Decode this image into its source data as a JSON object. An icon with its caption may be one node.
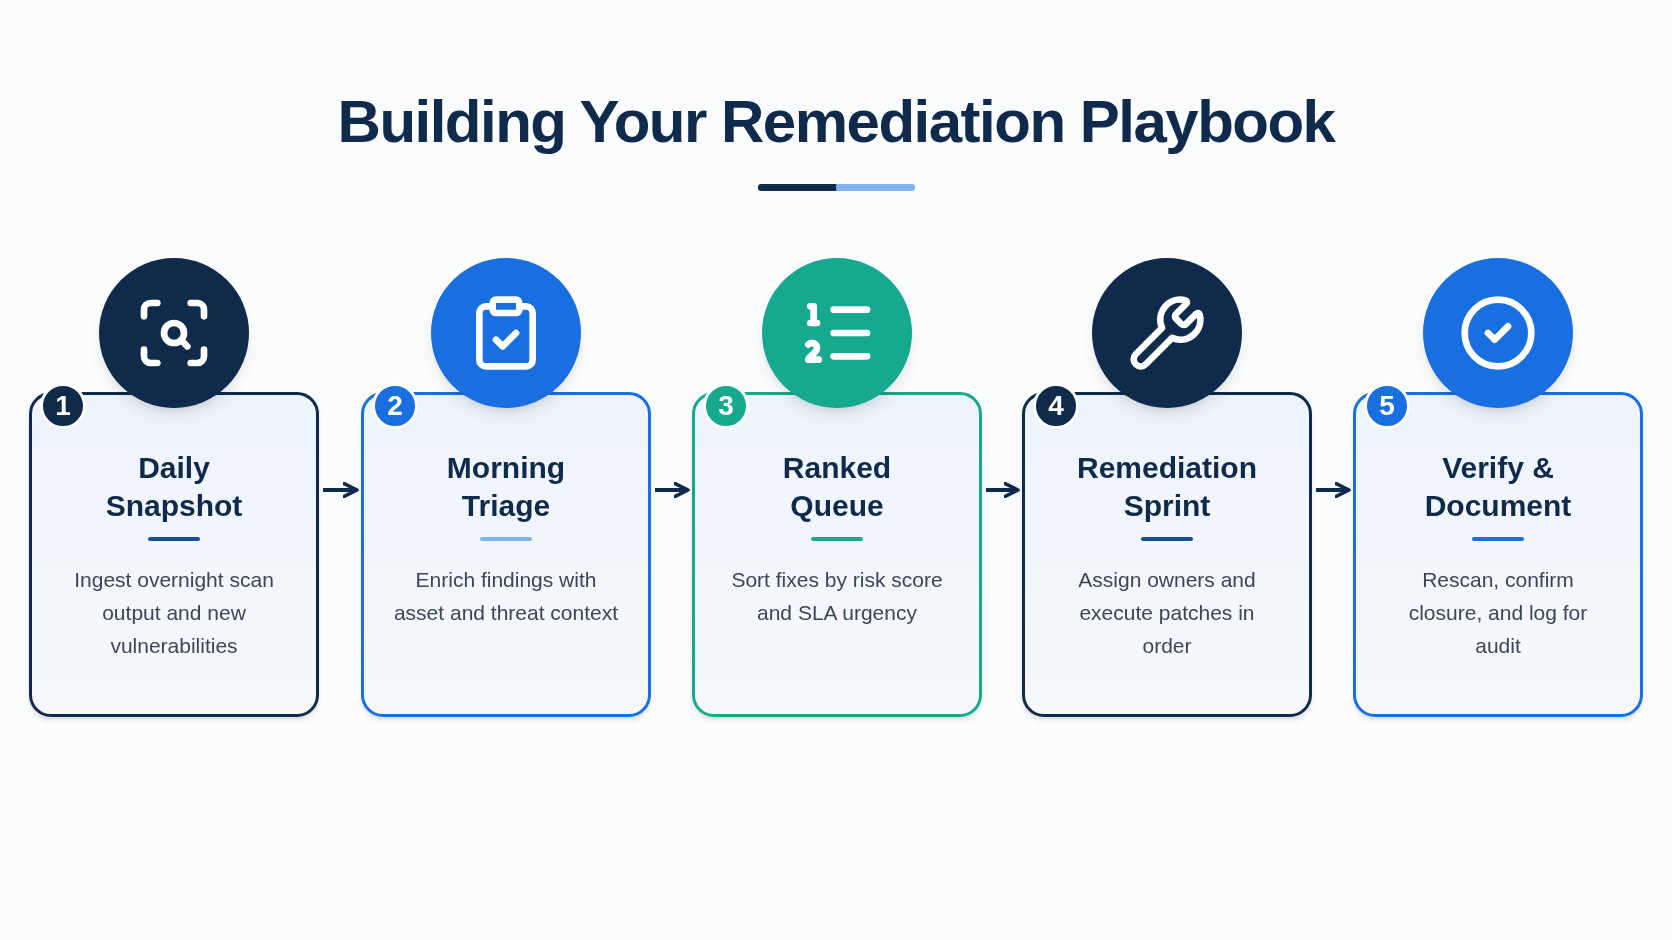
{
  "diagram": {
    "title": "Building Your **Remediation Playbook**",
    "nodes": [
      {
        "text": [
          "1"
        ]
      },
      {
        "text": [
          "Daily Snapshot",
          "Ingest overnight scan output and new vulnerabilities"
        ]
      },
      {
        "text": [
          "2"
        ]
      },
      {
        "text": [
          "Morning Triage",
          "Enrich findings with asset and threat context"
        ]
      },
      {
        "text": [
          "3"
        ]
      },
      {
        "text": [
          "Ranked Queue",
          "Sort fixes by risk score and SLA urgency"
        ]
      },
      {
        "text": [
          "4"
        ]
      },
      {
        "text": [
          "Remediation Sprint",
          "Assign owners and execute patches in order"
        ]
      },
      {
        "text": [
          "5"
        ]
      },
      {
        "text": [
          "Verify & Document",
          "Rescan, confirm closure, and log for audit"
        ]
      }
    ],
    "edges": [
      {
        "from": 1,
        "to": 3,
        "arrow": "to"
      },
      {
        "from": 3,
        "to": 5,
        "arrow": "to"
      },
      {
        "from": 5,
        "to": 7,
        "arrow": "to"
      },
      {
        "from": 7,
        "to": 9,
        "arrow": "to"
      }
    ]
  }
}
